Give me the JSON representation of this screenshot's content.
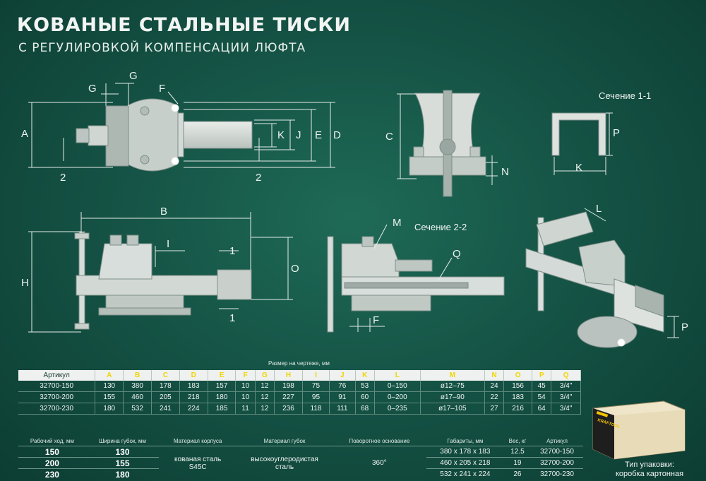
{
  "header": {
    "title": "КОВАНЫЕ СТАЛЬНЫЕ ТИСКИ",
    "subtitle": "С РЕГУЛИРОВКОЙ КОМПЕНСАЦИИ ЛЮФТА"
  },
  "labels": {
    "A": "A",
    "B": "B",
    "C": "C",
    "D": "D",
    "E": "E",
    "F": "F",
    "G": "G",
    "H": "H",
    "I": "I",
    "J": "J",
    "K": "K",
    "L": "L",
    "M": "M",
    "N": "N",
    "O": "O",
    "P": "P",
    "Q": "Q",
    "one": "1",
    "two": "2",
    "section11": "Сечение 1-1",
    "section22": "Сечение 2-2"
  },
  "spec_table": {
    "caption": "Размер на чертеже, мм",
    "headers": [
      "Артикул",
      "A",
      "B",
      "C",
      "D",
      "E",
      "F",
      "G",
      "H",
      "I",
      "J",
      "K",
      "L",
      "M",
      "N",
      "O",
      "P",
      "Q"
    ],
    "rows": [
      [
        "32700-150",
        "130",
        "380",
        "178",
        "183",
        "157",
        "10",
        "12",
        "198",
        "75",
        "76",
        "53",
        "0–150",
        "ø12–75",
        "24",
        "156",
        "45",
        "3/4\""
      ],
      [
        "32700-200",
        "155",
        "460",
        "205",
        "218",
        "180",
        "10",
        "12",
        "227",
        "95",
        "91",
        "60",
        "0–200",
        "ø17–90",
        "22",
        "183",
        "54",
        "3/4\""
      ],
      [
        "32700-230",
        "180",
        "532",
        "241",
        "224",
        "185",
        "11",
        "12",
        "236",
        "118",
        "111",
        "68",
        "0–235",
        "ø17–105",
        "27",
        "216",
        "64",
        "3/4\""
      ]
    ]
  },
  "info_table": {
    "headers": [
      "Рабочий ход, мм",
      "Ширина губок, мм",
      "Материал корпуса",
      "Материал губок",
      "Поворотное основание",
      "Габариты, мм",
      "Вес, кг",
      "Артикул"
    ],
    "rows": [
      [
        "150",
        "130",
        "380 x 178 x 183",
        "12.5",
        "32700-150"
      ],
      [
        "200",
        "155",
        "460 x 205 x 218",
        "19",
        "32700-200"
      ],
      [
        "230",
        "180",
        "532 x 241 x 224",
        "26",
        "32700-230"
      ]
    ],
    "body_material": "кованая сталь S45C",
    "jaw_material": "высокоуглеродистая сталь",
    "rotation": "360°"
  },
  "package": {
    "brand": "KRAFTOOL",
    "label_line1": "Тип упаковки:",
    "label_line2": "коробка картонная"
  }
}
